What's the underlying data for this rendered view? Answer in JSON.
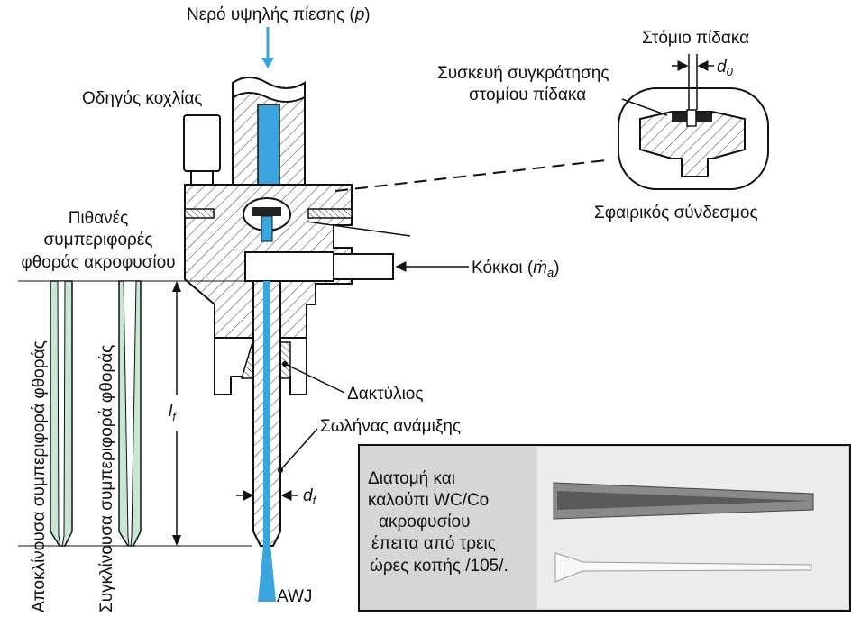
{
  "labels": {
    "water_inlet": "Νερό υψηλής πίεσης (",
    "water_p": "p",
    "water_close": ")",
    "screw_guide": "Οδηγός κοχλίας",
    "orifice": "Στόμιο πίδακα",
    "d0_main": "d",
    "d0_sub": "0",
    "orifice_holder_1": "Συσκευή συγκράτησης",
    "orifice_holder_2": "στομίου πίδακα",
    "spherical_joint": "Σφαιρικός σύνδεσμος",
    "wear_title_1": "Πιθανές",
    "wear_title_2": "συμπεριφορές",
    "wear_title_3": "φθοράς ακροφυσίου",
    "abrasive_1": "Κόκκοι (",
    "abrasive_m": "ṁ",
    "abrasive_sub": "a",
    "abrasive_close": ")",
    "diverging": "Αποκλίνουσα συμπεριφορά φθοράς",
    "converging": "Συγκλίνουσα συμπεριφορά φθοράς",
    "ring": "Δακτύλιος",
    "mixing_tube": "Σωλήνας ανάμιξης",
    "lf_main": "l",
    "lf_sub": "f",
    "df_main": "d",
    "df_sub": "f",
    "awj": "AWJ"
  },
  "photo": {
    "caption_lines": [
      "Διατομή και",
      "καλούπι WC/Co",
      "ακροφυσίου",
      "έπειτα από τρεις",
      "ώρες κοπής /105/."
    ]
  },
  "colors": {
    "water": "#3aa4dc",
    "tube_green": "#c8e6d2",
    "photo_bg": "#d6d6d6",
    "photo_right": "#ececec"
  }
}
